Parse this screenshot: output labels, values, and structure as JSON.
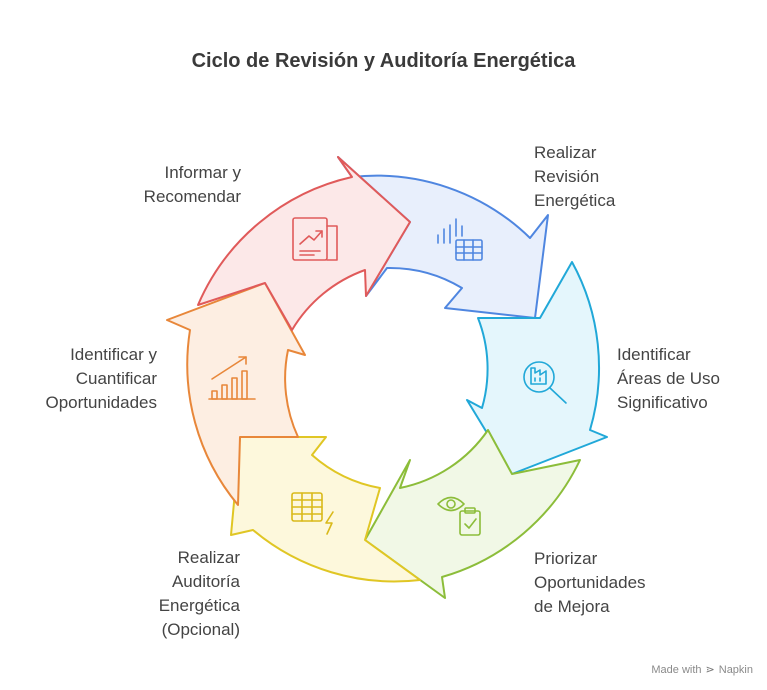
{
  "title": "Ciclo de Revisión y Auditoría Energética",
  "steps": [
    {
      "lines": [
        "Realizar",
        "Revisión",
        "Energética"
      ],
      "color": "#4f86e0",
      "fill": "#e8effc",
      "icon": "bar-chart-table-icon"
    },
    {
      "lines": [
        "Identificar",
        "Áreas de Uso",
        "Significativo"
      ],
      "color": "#21a8d8",
      "fill": "#e4f6fc",
      "icon": "factory-search-icon"
    },
    {
      "lines": [
        "Priorizar",
        "Oportunidades",
        "de Mejora"
      ],
      "color": "#8cbd3a",
      "fill": "#f1f8e6",
      "icon": "eye-clipboard-check-icon"
    },
    {
      "lines": [
        "Realizar",
        "Auditoría",
        "Energética",
        "(Opcional)"
      ],
      "color": "#e0c624",
      "fill": "#fdf8dc",
      "icon": "table-lightning-icon"
    },
    {
      "lines": [
        "Identificar y",
        "Cuantificar",
        "Oportunidades"
      ],
      "color": "#e8873a",
      "fill": "#fdeee2",
      "icon": "growth-chart-icon"
    },
    {
      "lines": [
        "Informar y",
        "Recomendar"
      ],
      "color": "#e05a5a",
      "fill": "#fce8e8",
      "icon": "report-document-icon"
    }
  ],
  "watermark": {
    "prefix": "Made with",
    "brand": "Napkin",
    "icon": "napkin-logo-icon"
  }
}
